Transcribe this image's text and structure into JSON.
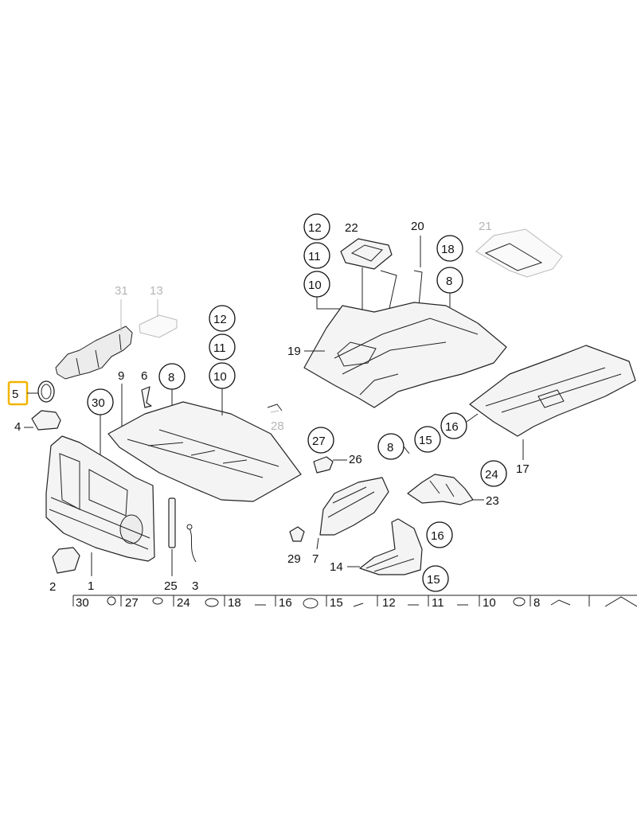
{
  "callouts": {
    "c31": "31",
    "c13": "13",
    "c9": "9",
    "c6": "6",
    "c8a": "8",
    "c12a": "12",
    "c11a": "11",
    "c10a": "10",
    "c28": "28",
    "c5": "5",
    "c4": "4",
    "c30": "30",
    "c1": "1",
    "c2": "2",
    "c25": "25",
    "c3": "3",
    "c12b": "12",
    "c11b": "11",
    "c10b": "10",
    "c22": "22",
    "c20": "20",
    "c18": "18",
    "c8b": "8",
    "c21": "21",
    "c19": "19",
    "c16a": "16",
    "c17": "17",
    "c27": "27",
    "c26": "26",
    "c8c": "8",
    "c15a": "15",
    "c24": "24",
    "c23": "23",
    "c16b": "16",
    "c15b": "15",
    "c29": "29",
    "c7": "7",
    "c14": "14"
  },
  "strip": [
    "30",
    "27",
    "24",
    "18",
    "16",
    "15",
    "12",
    "11",
    "10",
    "8"
  ],
  "highlight": {
    "selected_part": "5",
    "color": "#f2b400"
  }
}
